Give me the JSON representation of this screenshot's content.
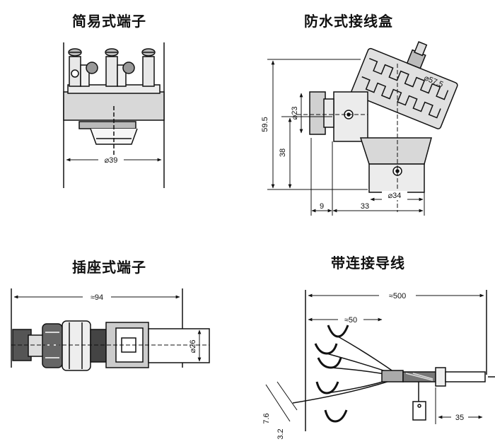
{
  "panels": {
    "simple_terminal": {
      "title": "简易式端子",
      "dim_diameter": "⌀39"
    },
    "waterproof_box": {
      "title": "防水式接线盒",
      "dim_height_total": "59.5",
      "dim_height_lower": "38",
      "dim_thread": "⌀23",
      "dim_cap": "⌀57.5",
      "dim_body": "⌀34",
      "dim_left_offset": "9",
      "dim_width": "33"
    },
    "socket_terminal": {
      "title": "插座式端子",
      "dim_length": "≈94",
      "dim_diameter": "⌀26"
    },
    "lead_wire": {
      "title": "带连接导线",
      "dim_total": "≈500",
      "dim_fork": "≈50",
      "dim_spacing_a": "7.6",
      "dim_spacing_b": "3.2",
      "dim_probe": "35"
    }
  }
}
